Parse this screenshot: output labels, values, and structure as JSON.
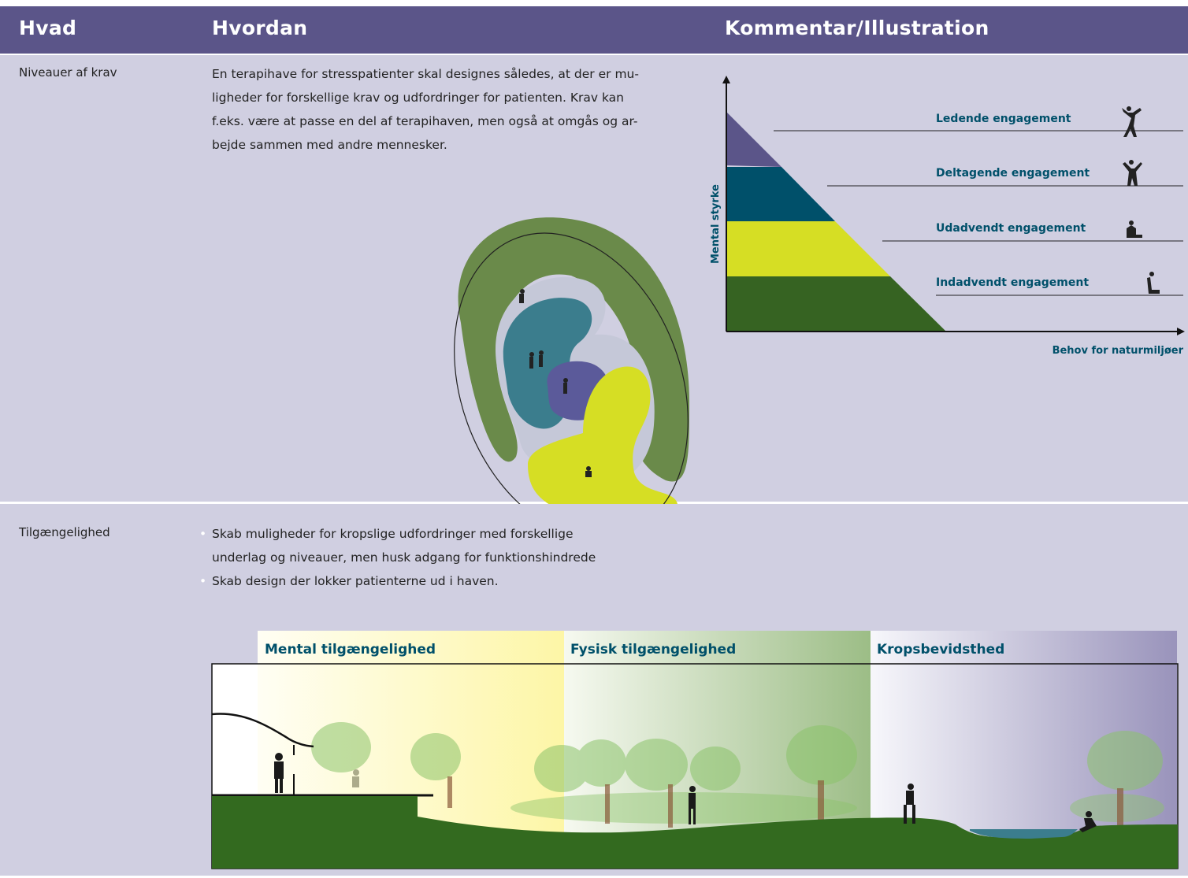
{
  "header": {
    "col1": "Hvad",
    "col2": "Hvordan",
    "col3": "Kommentar/Illustration"
  },
  "row1": {
    "what": "Niveauer af krav",
    "lines": [
      "En terapihave for stresspatienter skal designes således, at der er mu-",
      "ligheder for forskellige krav og udfordringer for patienten. Krav kan",
      "f.eks. være at passe en del af terapihaven, men også at omgås og ar-",
      "bejde sammen med andre mennesker."
    ],
    "chart": {
      "y_label": "Mental styrke",
      "x_label": "Behov for naturmiljøer",
      "levels": [
        {
          "label": "Ledende engagement",
          "color": "#5b5589"
        },
        {
          "label": "Deltagende engagement",
          "color": "#00506a"
        },
        {
          "label": "Udadvendt engagement",
          "color": "#d6de24"
        },
        {
          "label": "Indadvendt engagement",
          "color": "#366322"
        }
      ]
    }
  },
  "row2": {
    "what": "Tilgængelighed",
    "bullets": [
      [
        "Skab muligheder for kropslige udfordringer med forskellige",
        "underlag og niveauer, men husk adgang for funktionshindrede"
      ],
      [
        "Skab design der lokker patienterne ud i haven."
      ]
    ],
    "sections": [
      "Mental tilgængelighed",
      "Fysisk tilgængelighed",
      "Kropsbevidsthed"
    ]
  }
}
